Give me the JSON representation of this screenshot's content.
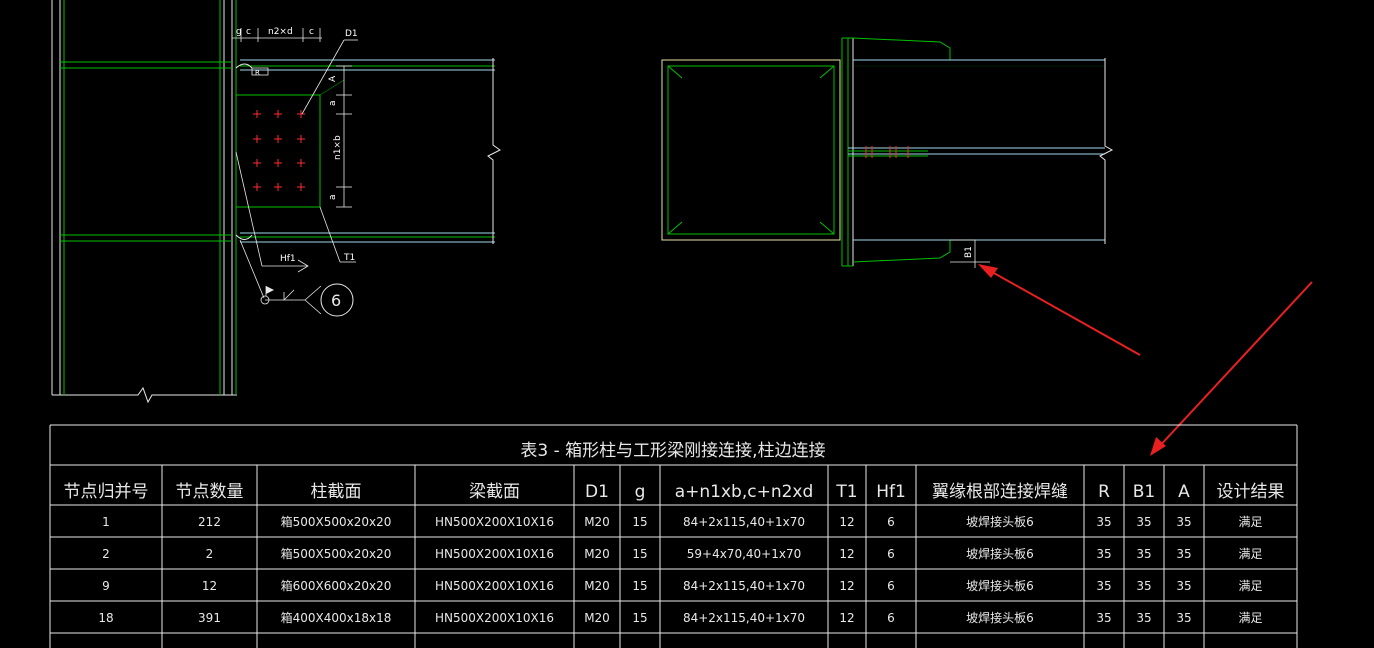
{
  "drawing": {
    "labels": {
      "d1": "D1",
      "t1": "T1",
      "hf1": "Hf1",
      "weld_no": "6",
      "dim_c": "c",
      "dim_n2xd": "n2×d",
      "dim_c2": "c",
      "dim_g": "g",
      "dim_a": "A",
      "dim_a2": "a",
      "dim_n1xb": "n1×b",
      "dim_a3": "a",
      "dim_r": "R",
      "dim_b1": "B1"
    }
  },
  "table": {
    "title": "表3 - 箱形柱与工形梁刚接连接,柱边连接",
    "headers": [
      "节点归并号",
      "节点数量",
      "柱截面",
      "梁截面",
      "D1",
      "g",
      "a+n1xb,c+n2xd",
      "T1",
      "Hf1",
      "翼缘根部连接焊缝",
      "R",
      "B1",
      "A",
      "设计结果"
    ],
    "rows": [
      [
        "1",
        "212",
        "箱500X500x20x20",
        "HN500X200X10X16",
        "M20",
        "15",
        "84+2x115,40+1x70",
        "12",
        "6",
        "坡焊接头板6",
        "35",
        "35",
        "35",
        "满足"
      ],
      [
        "2",
        "2",
        "箱500X500x20x20",
        "HN500X200X10X16",
        "M20",
        "15",
        "59+4x70,40+1x70",
        "12",
        "6",
        "坡焊接头板6",
        "35",
        "35",
        "35",
        "满足"
      ],
      [
        "9",
        "12",
        "箱600X600x20x20",
        "HN500X200X10X16",
        "M20",
        "15",
        "84+2x115,40+1x70",
        "12",
        "6",
        "坡焊接头板6",
        "35",
        "35",
        "35",
        "满足"
      ],
      [
        "18",
        "391",
        "箱400X400x18x18",
        "HN500X200X10X16",
        "M20",
        "15",
        "84+2x115,40+1x70",
        "12",
        "6",
        "坡焊接头板6",
        "35",
        "35",
        "35",
        "满足"
      ]
    ]
  },
  "colors": {
    "background": "#000000",
    "green": "#00c000",
    "cyan": "#9fd8e8",
    "white": "#e8e8e8",
    "yellow": "#e8e0a0",
    "red": "#ff2a2a",
    "arrow": "#e82020"
  }
}
